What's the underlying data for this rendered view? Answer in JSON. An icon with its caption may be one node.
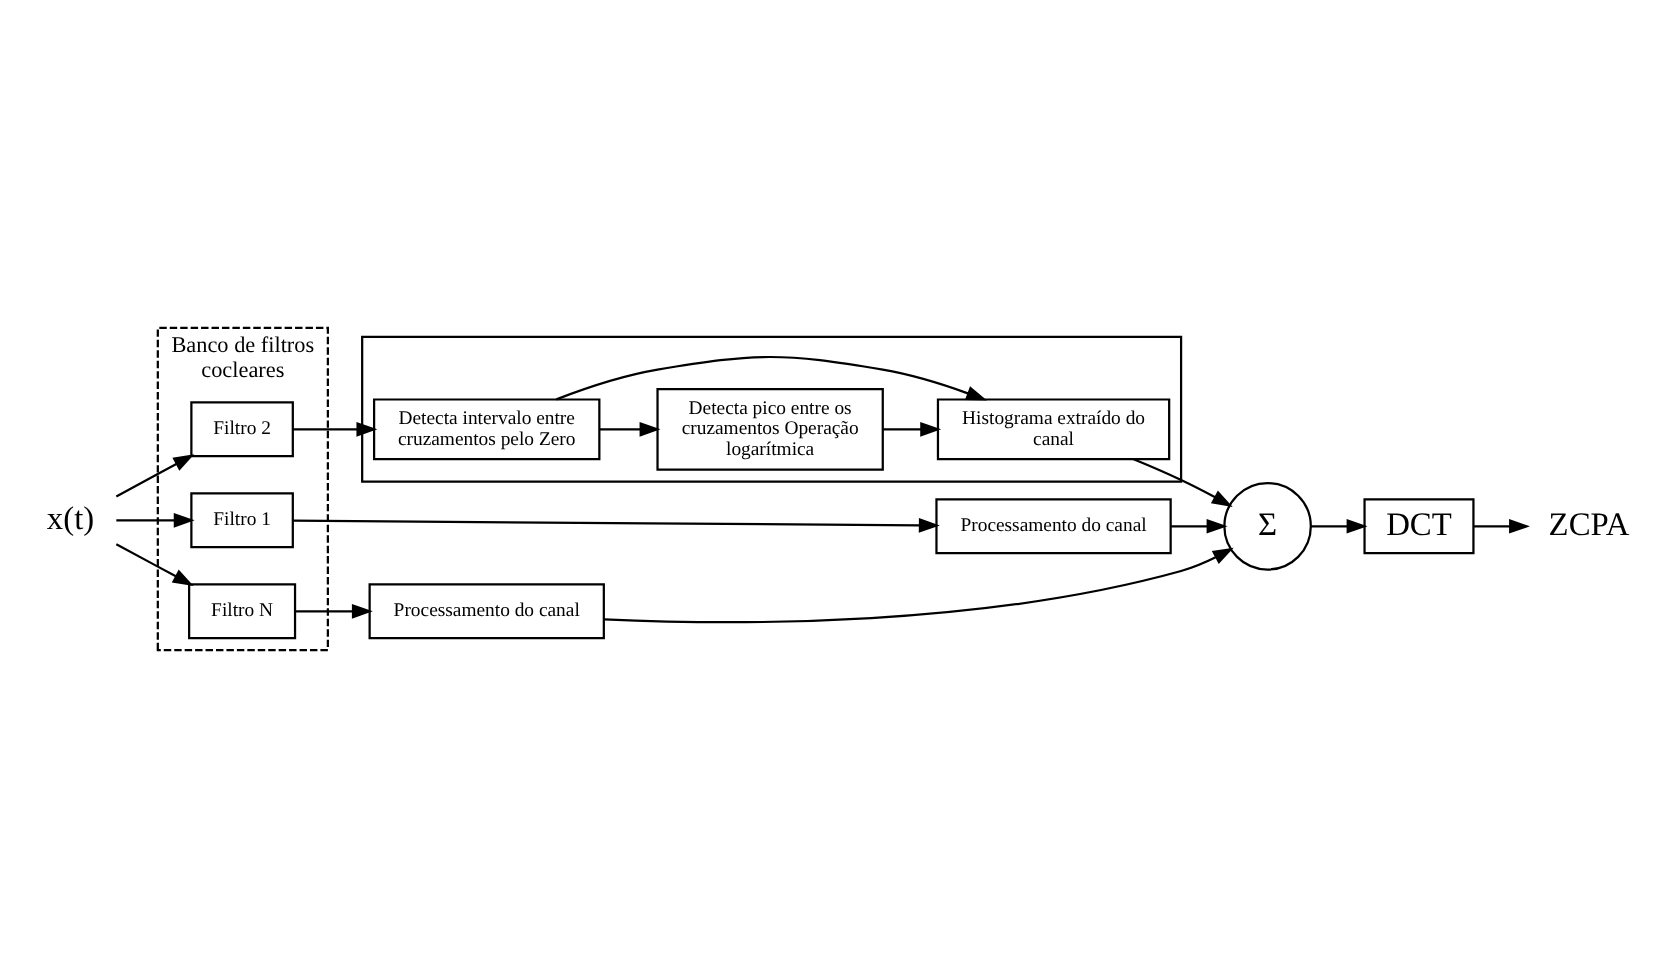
{
  "diagram": {
    "nodes": [
      {
        "text": [
          "x(t)"
        ]
      },
      {
        "text": [
          "Banco de filtros cocleares"
        ]
      },
      {
        "text": [
          "Filtro 1"
        ],
        "in": 1
      },
      {
        "text": [
          "Filtro 2"
        ],
        "in": 1
      },
      {
        "text": [
          "Filtro N"
        ],
        "in": 1
      },
      {
        "text": [
          "Processamento do canal"
        ]
      },
      {
        "text": [],
        "shape": "box"
      },
      {
        "text": [
          "Detecta intervalo entre cruzamentos pelo Zero"
        ],
        "in": 6
      },
      {
        "text": [
          "Detecta pico entre os cruzamentos Operação logarítmica"
        ],
        "in": 6
      },
      {
        "text": [
          "Histograma extraído do canal"
        ],
        "in": 6
      },
      {
        "text": [
          "Processamento do canal"
        ]
      },
      {
        "text": [
          "Σ"
        ]
      },
      {
        "text": [
          "DCT"
        ]
      },
      {
        "text": [
          "ZCPA"
        ]
      }
    ],
    "edges": [
      {
        "from": 0,
        "to": 2,
        "arrow": "to"
      },
      {
        "from": 0,
        "to": 3,
        "arrow": "to"
      },
      {
        "from": 0,
        "to": 4,
        "arrow": "to"
      },
      {
        "from": 2,
        "to": 5,
        "arrow": "to"
      },
      {
        "from": 3,
        "to": 7,
        "arrow": "to"
      },
      {
        "from": 4,
        "to": 10,
        "arrow": "to"
      },
      {
        "from": 7,
        "to": 8,
        "arrow": "to"
      },
      {
        "from": 7,
        "to": 9,
        "arrow": "to"
      },
      {
        "from": 8,
        "to": 9,
        "arrow": "to"
      },
      {
        "from": 5,
        "to": 11,
        "arrow": "to"
      },
      {
        "from": 9,
        "to": 11,
        "arrow": "to"
      },
      {
        "from": 10,
        "to": 11,
        "arrow": "to"
      },
      {
        "from": 11,
        "to": 12,
        "arrow": "to"
      },
      {
        "from": 12,
        "to": 13,
        "arrow": "to"
      }
    ]
  }
}
